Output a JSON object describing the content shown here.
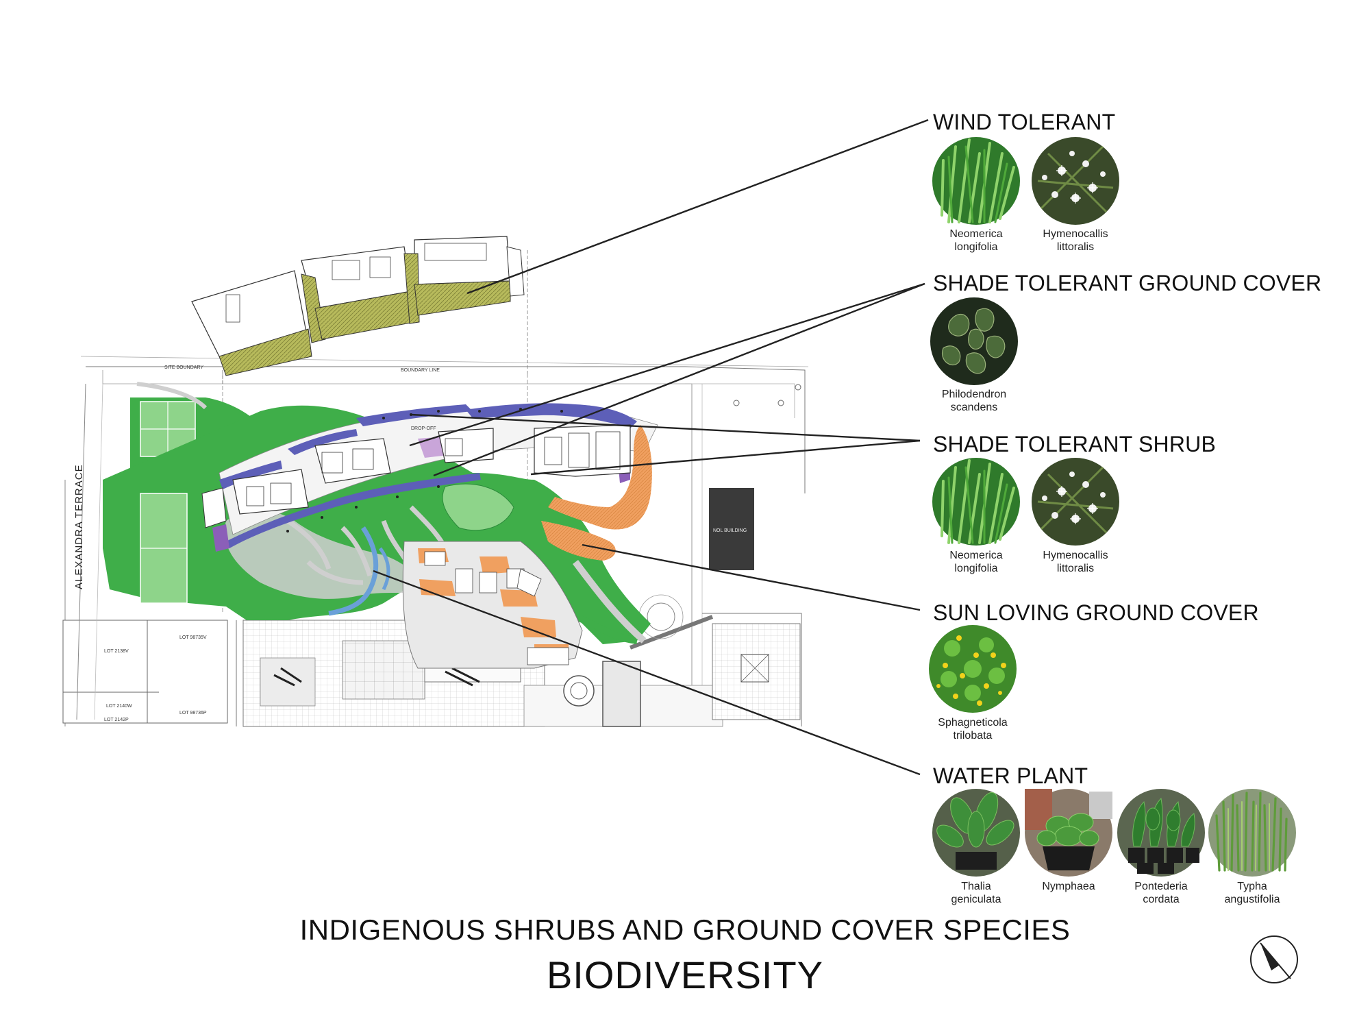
{
  "categories": [
    {
      "title": "WIND TOLERANT",
      "plants": [
        {
          "line1": "Neomerica",
          "line2": "longifolia",
          "icon": "strap-leaf-grass-photo"
        },
        {
          "line1": "Hymenocallis",
          "line2": "littoralis",
          "icon": "white-spider-lily-photo"
        }
      ]
    },
    {
      "title": "SHADE TOLERANT GROUND COVER",
      "plants": [
        {
          "line1": "Philodendron",
          "line2": "scandens",
          "icon": "heart-leaf-vine-photo"
        }
      ]
    },
    {
      "title": "SHADE TOLERANT SHRUB",
      "plants": [
        {
          "line1": "Neomerica",
          "line2": "longifolia",
          "icon": "strap-leaf-grass-photo"
        },
        {
          "line1": "Hymenocallis",
          "line2": "littoralis",
          "icon": "white-spider-lily-photo"
        }
      ]
    },
    {
      "title": "SUN LOVING GROUND COVER",
      "plants": [
        {
          "line1": "Sphagneticola",
          "line2": "trilobata",
          "icon": "yellow-flower-groundcover-photo"
        }
      ]
    },
    {
      "title": "WATER PLANT",
      "plants": [
        {
          "line1": "Thalia",
          "line2": "geniculata",
          "icon": "broad-leaf-pot-photo"
        },
        {
          "line1": "Nymphaea",
          "line2": "",
          "icon": "water-lily-pot-photo"
        },
        {
          "line1": "Pontederia",
          "line2": "cordata",
          "icon": "pickerel-weed-pots-photo"
        },
        {
          "line1": "Typha",
          "line2": "angustifolia",
          "icon": "cattail-reeds-photo"
        }
      ]
    }
  ],
  "footer": {
    "subtitle": "INDIGENOUS SHRUBS AND GROUND COVER SPECIES",
    "title": "BIODIVERSITY"
  },
  "plan_labels": {
    "street": "ALEXANDRA TERRACE",
    "site_boundary": "SITE BOUNDARY",
    "boundary_line": "BOUNDARY LINE",
    "nol_building": "NOL BUILDING",
    "lot_2138v": "LOT 2138V",
    "lot_98735v": "LOT 98735V",
    "lot_2140w": "LOT 2140W",
    "lot_98736p": "LOT 98736P",
    "lot_2142p": "LOT 2142P",
    "drop_off": "DROP-OFF"
  },
  "colors": {
    "lawn_green": "#3fae49",
    "light_green": "#8fd48c",
    "path_grey": "#cfcfcf",
    "purple_planting": "#5d5fb8",
    "orange_planting": "#f2a56a",
    "roof_green": "#b5b95a",
    "building_dark": "#3a3a3a",
    "leader_line": "#222222"
  },
  "north_arrow": {
    "icon": "north-arrow-icon"
  }
}
